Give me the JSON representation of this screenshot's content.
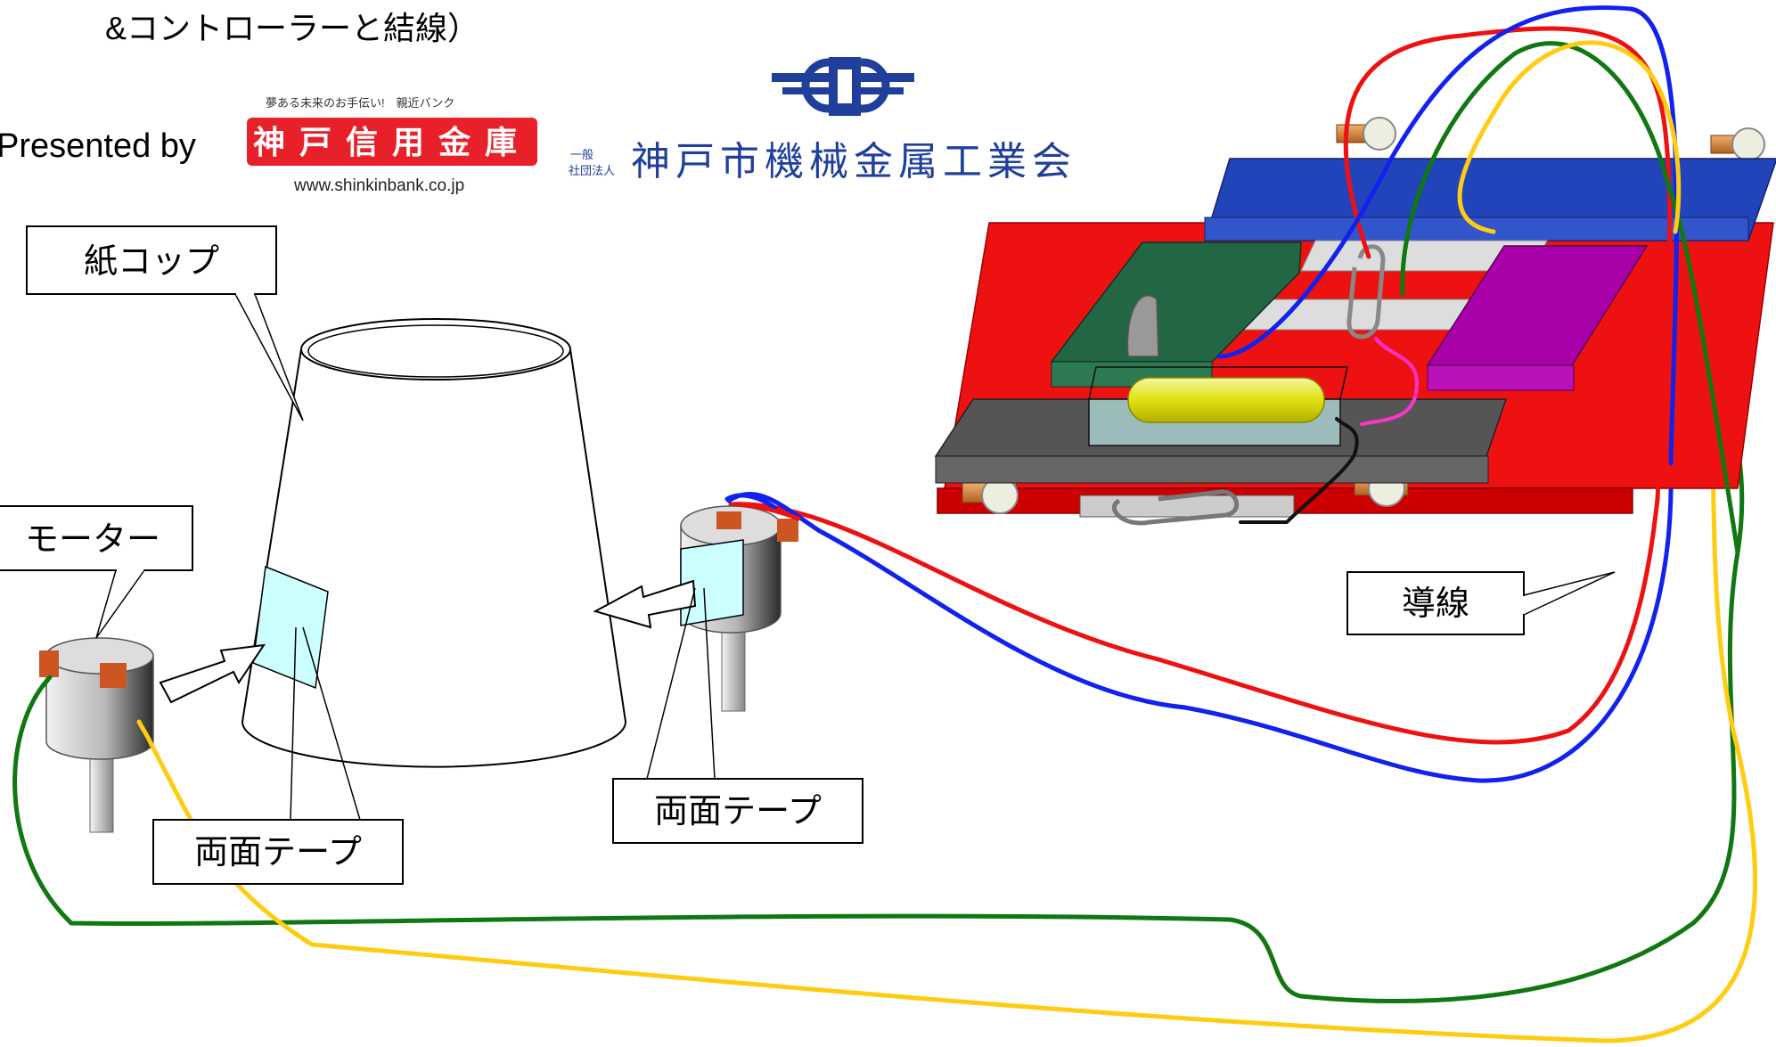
{
  "header": {
    "title_fragment": "&コントローラーと結線）"
  },
  "sponsor": {
    "presented_by": "Presented by",
    "bank_slogan": "夢ある未来のお手伝い!　親近バンク",
    "bank_name": "神戸信用金庫",
    "bank_url": "www.shinkinbank.co.jp",
    "assoc_prefix_top": "一般",
    "assoc_prefix_bottom": "社団法人",
    "assoc_name": "神戸市機械金属工業会"
  },
  "labels": {
    "cup": "紙コップ",
    "motor": "モーター",
    "tape_left": "両面テープ",
    "tape_right": "両面テープ",
    "wire": "導線"
  },
  "colors": {
    "bank_red": "#e8202a",
    "assoc_blue": "#1f3f9a",
    "wire_red": "#ee1111",
    "wire_blue": "#1122ee",
    "wire_green": "#117711",
    "wire_yellow": "#ffcc11",
    "tape_cyan": "#ccffff",
    "motor_tab": "#cc5522",
    "panel_blue": "#2244bb",
    "panel_green": "#226644",
    "panel_magenta": "#aa00aa",
    "panel_gray": "#555555",
    "base_red": "#ee1111",
    "battery_yellow": "#dddd00"
  },
  "icons": {
    "assoc_logo": "gear-wings-emblem-icon"
  }
}
